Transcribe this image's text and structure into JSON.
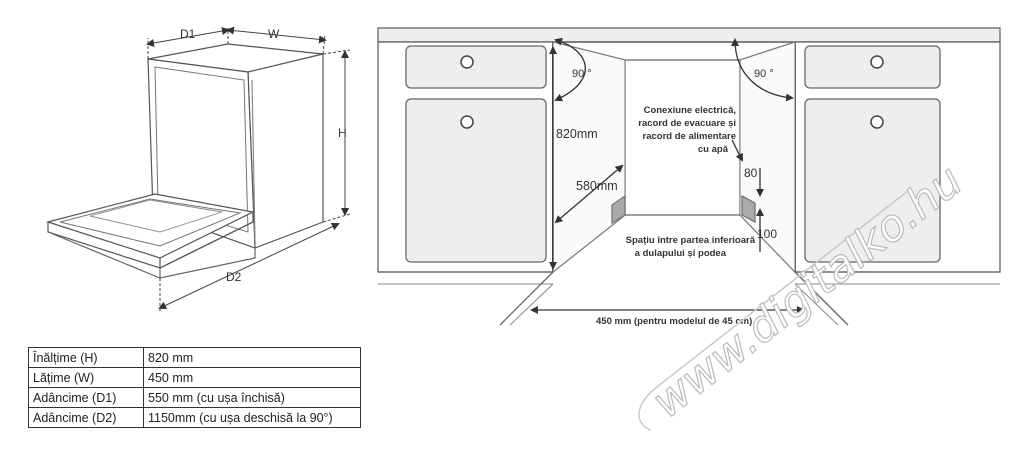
{
  "left_drawing": {
    "dims": {
      "d1": "D1",
      "w": "W",
      "h": "H",
      "d2": "D2"
    }
  },
  "right_drawing": {
    "angle_left": "90 °",
    "angle_right": "90 °",
    "height_820": "820mm",
    "depth_580": "580mm",
    "connection_note": [
      "Conexiune electrică,",
      "racord de evacuare și",
      "racord de alimentare",
      "cu apă"
    ],
    "dim_80": "80",
    "dim_100": "100",
    "gap_note": [
      "Spațiu între partea inferioară",
      "a dulapului și podea"
    ],
    "width_note": "450 mm (pentru modelul de 45 cm)"
  },
  "specs": {
    "rows": [
      {
        "label": "Înălțime (H)",
        "value": "820 mm"
      },
      {
        "label": "Lățime (W)",
        "value": "450 mm"
      },
      {
        "label": "Adâncime (D1)",
        "value": "550 mm (cu ușa închisă)"
      },
      {
        "label": "Adâncime (D2)",
        "value": "1150mm (cu ușa deschisă la 90°)"
      }
    ]
  },
  "watermark": "www.digitalko.hu"
}
